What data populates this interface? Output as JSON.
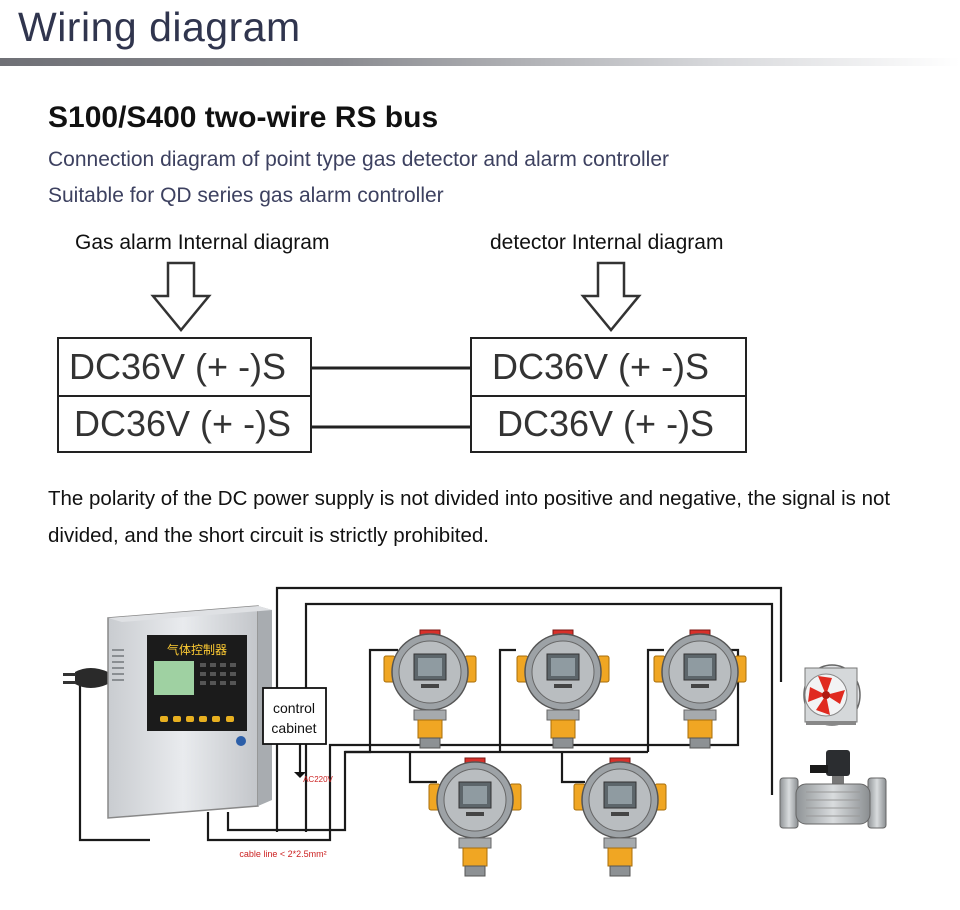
{
  "header": {
    "title": "Wiring diagram"
  },
  "heading": {
    "title": "S100/S400 two-wire RS bus",
    "subtitle_1": "Connection diagram of point type gas detector and alarm controller",
    "subtitle_2": "Suitable for QD series gas alarm controller"
  },
  "internal_diagrams": {
    "controller_label": "Gas alarm Internal diagram",
    "detector_label": "detector Internal diagram",
    "controller_terminals": [
      "DC36V (+ -)S",
      "DC36V (+ -)S"
    ],
    "detector_terminals": [
      "DC36V (+ -)S",
      "DC36V (+ -)S"
    ]
  },
  "note": "The polarity of the DC power supply is not divided into positive and negative, the signal is not divided, and the short circuit is strictly prohibited.",
  "system": {
    "controller_panel_text": "气体控制器",
    "cabinet_label_line1": "control",
    "cabinet_label_line2": "cabinet",
    "power_label": "AC220V",
    "cable_label": "cable line < 2*2.5mm²"
  },
  "colors": {
    "header_text": "#30354e",
    "subtitle_text": "#3d4160",
    "detector_orange": "#f0a623",
    "detector_red": "#d8302a",
    "fan_red": "#e02a20"
  }
}
